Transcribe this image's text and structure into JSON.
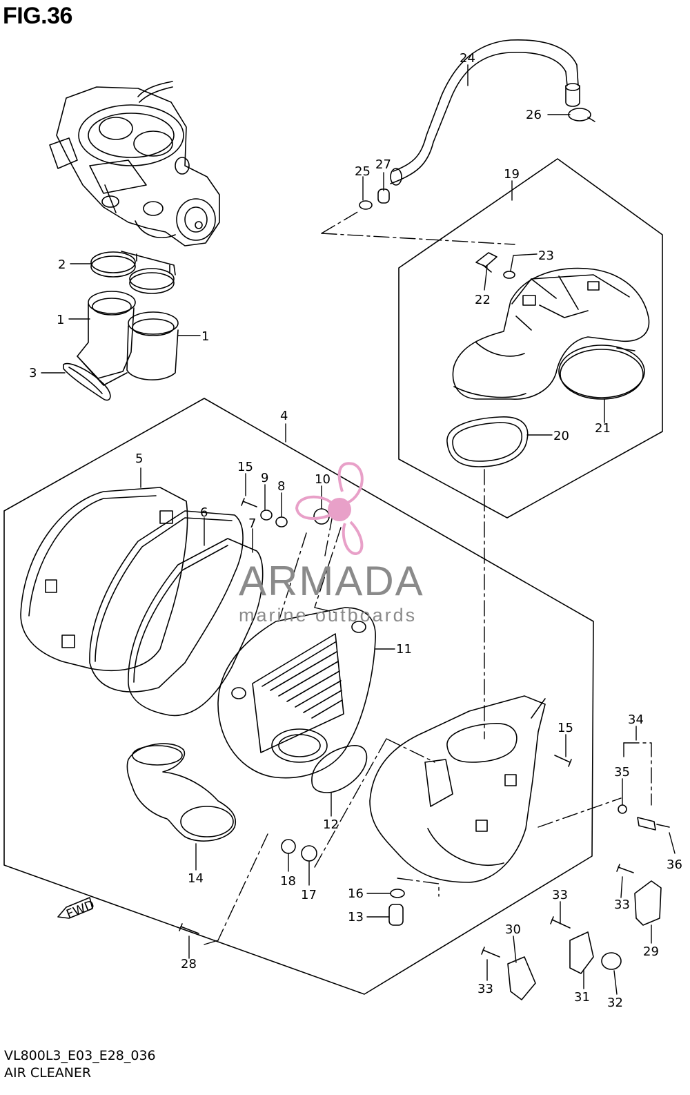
{
  "figure": {
    "title": "FIG.36",
    "code": "VL800L3_E03_E28_036",
    "caption": "AIR CLEANER",
    "fwd_label": "FWD"
  },
  "watermark": {
    "name": "ARMADA",
    "subtitle": "marine outboards",
    "logo_icon": "propeller-icon",
    "accent_color": "#e8a0c8"
  },
  "callouts": [
    {
      "num": "24"
    },
    {
      "num": "26"
    },
    {
      "num": "25"
    },
    {
      "num": "27"
    },
    {
      "num": "19"
    },
    {
      "num": "2"
    },
    {
      "num": "23"
    },
    {
      "num": "22"
    },
    {
      "num": "1"
    },
    {
      "num": "1"
    },
    {
      "num": "3"
    },
    {
      "num": "4"
    },
    {
      "num": "21"
    },
    {
      "num": "20"
    },
    {
      "num": "5"
    },
    {
      "num": "15"
    },
    {
      "num": "9"
    },
    {
      "num": "8"
    },
    {
      "num": "10"
    },
    {
      "num": "6"
    },
    {
      "num": "7"
    },
    {
      "num": "11"
    },
    {
      "num": "15"
    },
    {
      "num": "34"
    },
    {
      "num": "35"
    },
    {
      "num": "12"
    },
    {
      "num": "14"
    },
    {
      "num": "18"
    },
    {
      "num": "17"
    },
    {
      "num": "16"
    },
    {
      "num": "13"
    },
    {
      "num": "36"
    },
    {
      "num": "33"
    },
    {
      "num": "33"
    },
    {
      "num": "29"
    },
    {
      "num": "30"
    },
    {
      "num": "28"
    },
    {
      "num": "33"
    },
    {
      "num": "31"
    },
    {
      "num": "32"
    }
  ]
}
